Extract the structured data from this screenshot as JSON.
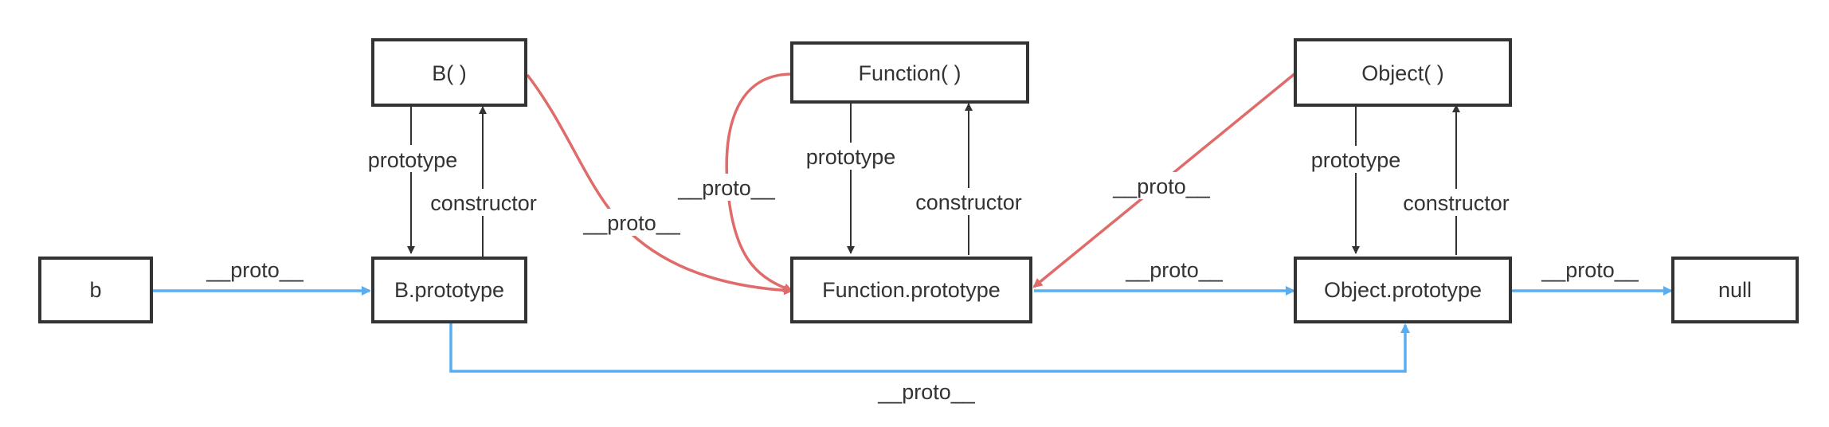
{
  "colors": {
    "blue": "#5AAEF0",
    "red": "#E06B6B",
    "black": "#333333"
  },
  "nodes": {
    "b": "b",
    "B": "B( )",
    "B_prototype": "B.prototype",
    "Function": "Function( )",
    "Function_prototype": "Function.prototype",
    "Object": "Object( )",
    "Object_prototype": "Object.prototype",
    "null": "null"
  },
  "edges": {
    "B_prototype": "prototype",
    "B_constructor": "constructor",
    "B_proto": "__proto__",
    "Function_proto": "__proto__",
    "Function_prototype": "prototype",
    "Function_constructor": "constructor",
    "Object_proto": "__proto__",
    "Object_prototype": "prototype",
    "Object_constructor": "constructor",
    "b_proto": "__proto__",
    "Fp_proto": "__proto__",
    "Op_proto": "__proto__",
    "Bp_proto": "__proto__"
  }
}
